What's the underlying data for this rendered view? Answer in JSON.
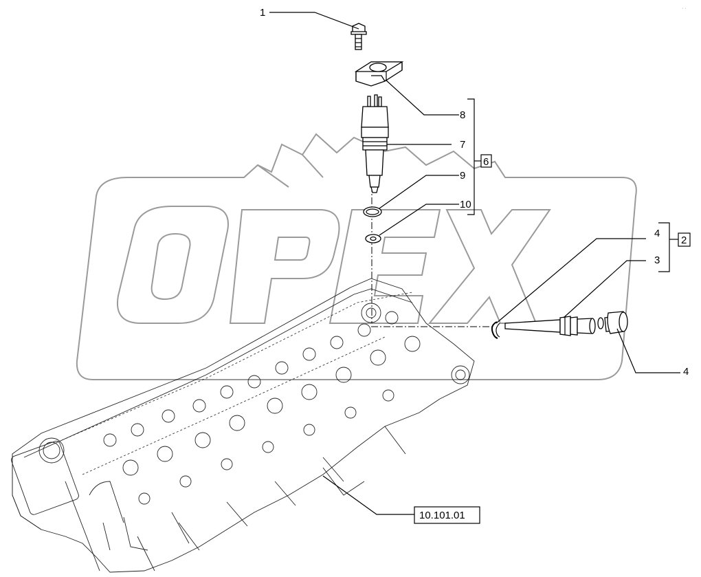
{
  "callouts": {
    "c1": "1",
    "c8": "8",
    "c7": "7",
    "c9": "9",
    "c10": "10",
    "c4a": "4",
    "c3": "3",
    "c4b": "4"
  },
  "groups": {
    "g6": "6",
    "g2": "2"
  },
  "reference": {
    "engine_ref": "10.101.01"
  },
  "watermark": {
    "text": "OPEX"
  },
  "corner_mark": {
    "text": "· ·"
  },
  "icons": [
    "bolt",
    "injector-clamp",
    "fuel-injector",
    "o-ring",
    "washer",
    "snap-ring",
    "injector-sleeve",
    "plug",
    "cylinder-head"
  ]
}
